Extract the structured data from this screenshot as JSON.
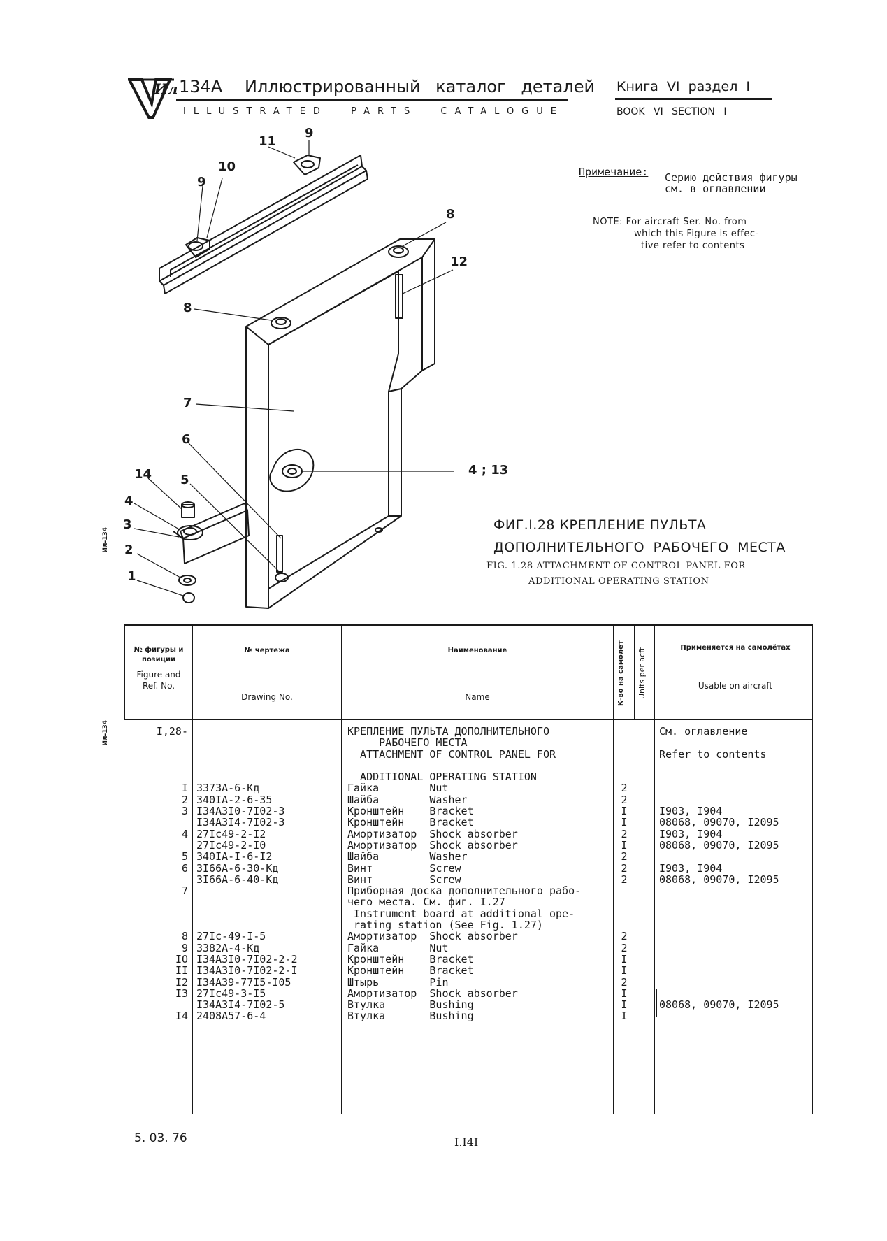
{
  "header": {
    "logo_text": "Ил",
    "model": "134A",
    "title_ru": "Иллюстрированный каталог деталей",
    "title_en": "ILLUSTRATED PARTS CATALOGUE",
    "book_ru": "Книга VI раздел I",
    "book_en": "BOOK VI SECTION I"
  },
  "note": {
    "label_ru": "Примечание:",
    "text_ru": [
      "Серию действия фигуры",
      "см. в оглавлении"
    ],
    "text_en": [
      "NOTE: For aircraft Ser. No. from",
      "which this Figure is effec-",
      "tive refer to contents"
    ]
  },
  "callouts": [
    "11",
    "9",
    "9",
    "10",
    "8",
    "12",
    "8",
    "7",
    "6",
    "4 ; 13",
    "14",
    "5",
    "4",
    "3",
    "2",
    "1"
  ],
  "caption": {
    "ru_line1": "ФИГ.I.28 КРЕПЛЕНИЕ ПУЛЬТА",
    "ru_line2": "ДОПОЛНИТЕЛЬНОГО РАБОЧЕГО МЕСТА",
    "en_line1": "FIG. 1.28 ATTACHMENT OF CONTROL PANEL FOR",
    "en_line2": "ADDITIONAL OPERATING STATION"
  },
  "side_marks": [
    "Ил-134",
    "Ил-134"
  ],
  "table": {
    "headers": {
      "fig_ru": "№ фигуры и позиции",
      "fig_en": "Figure and Ref. No.",
      "drawing_ru": "№ чертежа",
      "drawing_en": "Drawing No.",
      "name_ru": "Наименование",
      "name_en": "Name",
      "units_ru": "К-во на самолет",
      "units_en": "Units per acft",
      "usable_ru": "Применяется на самолётах",
      "usable_en": "Usable on aircraft"
    },
    "col_fig": "I,28-\n\n\n\n\nI\n2\n3\n\n4\n\n5\n6\n\n7\n\n\n\n8\n9\nIO\nII\nI2\nI3\n\nI4",
    "col_drawing": "\n\n\n\n\n3373A-6-Кд\n340IA-2-6-35\nI34A3I0-7I02-3\nI34A3I4-7I02-3\n27Ic49-2-I2\n27Ic49-2-I0\n340IA-I-6-I2\n3I66A-6-30-Кд\n3I66A-6-40-Кд\n\n\n\n\n27Ic-49-I-5\n3382A-4-Кд\nI34A3I0-7I02-2-2\nI34A3I0-7I02-2-I\nI34A39-77I5-I05\n27Ic49-3-I5\nI34A3I4-7I02-5\n2408A57-6-4",
    "col_name": "КРЕПЛЕНИЕ ПУЛЬТА ДОПОЛНИТЕЛЬНОГО\n     РАБОЧЕГО МЕСТА\n  ATTACHMENT OF CONTROL PANEL FOR\n\n  ADDITIONAL OPERATING STATION\nГайка        Nut\nШайба        Washer\nКронштейн    Bracket\nКронштейн    Bracket\nАмортизатор  Shock absorber\nАмортизатор  Shock absorber\nШайба        Washer\nВинт         Screw\nВинт         Screw\nПриборная доска дополнительного рабо-\nчего места. См. фиг. I.27\n Instrument board at additional ope-\n rating station (See Fig. 1.27)\nАмортизатор  Shock absorber\nГайка        Nut\nКронштейн    Bracket\nКронштейн    Bracket\nШтырь        Pin\nАмортизатор  Shock absorber\nВтулка       Bushing\nВтулка       Bushing",
    "col_qty": "\n\n\n\n\n2\n2\nI\nI\n2\nI\n2\n2\n2\n\n\n\n\n2\n2\nI\nI\n2\nI\nI\nI",
    "col_usable": "См. оглавление\n\nRefer to contents\n\n\n\n\nI903, I904\n08068, 09070, I2095\nI903, I904\n08068, 09070, I2095\n\nI903, I904\n08068, 09070, I2095\n\n\n\n\n\n\n\n\n\n\n08068, 09070, I2095"
  },
  "footer": {
    "date": "5. 03. 76",
    "page": "I.I4I"
  }
}
